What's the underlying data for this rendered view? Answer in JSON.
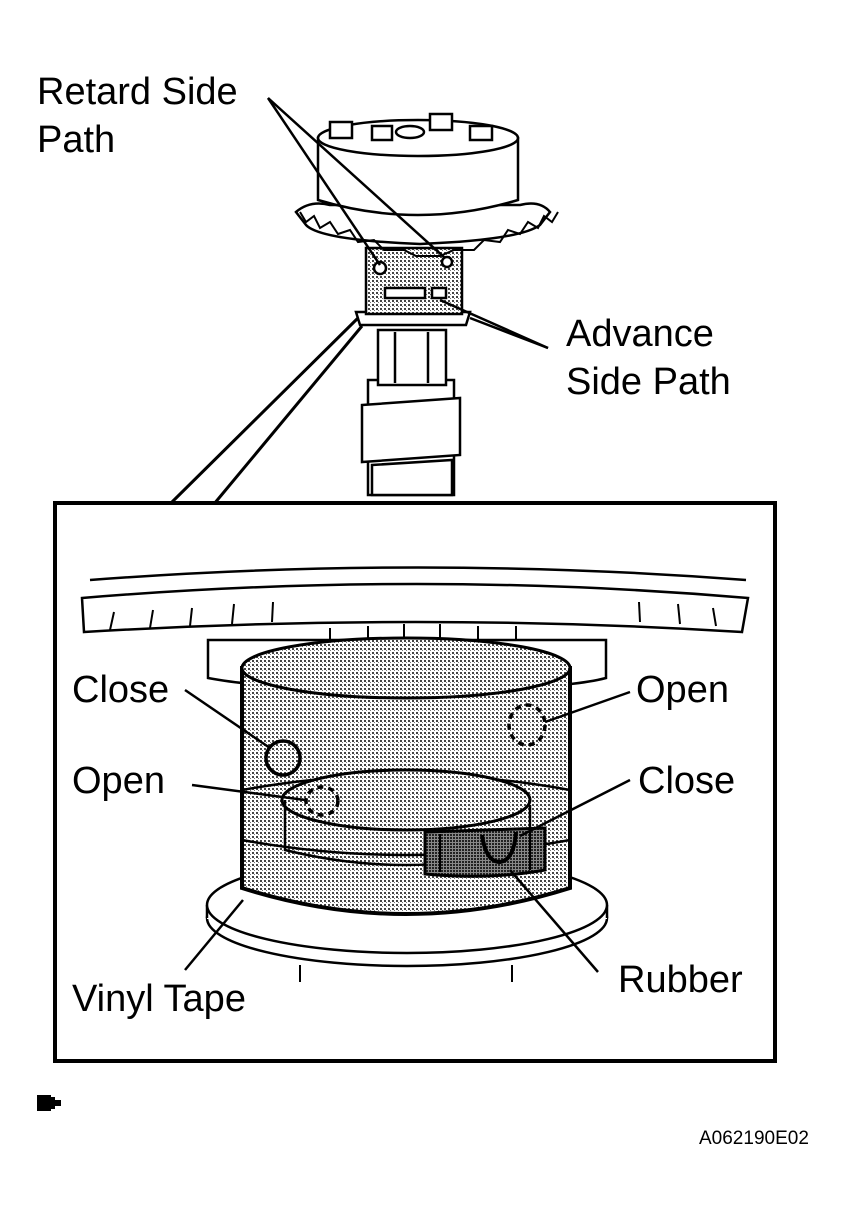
{
  "labels": {
    "retard_side_path_line1": "Retard Side",
    "retard_side_path_line2": "Path",
    "advance_side_path_line1": "Advance",
    "advance_side_path_line2": "Side Path",
    "close_left": "Close",
    "open_left": "Open",
    "open_right": "Open",
    "close_right": "Close",
    "vinyl_tape": "Vinyl Tape",
    "rubber": "Rubber"
  },
  "figure_code": "A062190E02",
  "colors": {
    "ink": "#000000",
    "paper": "#ffffff",
    "screen": "#b8b8b8"
  }
}
